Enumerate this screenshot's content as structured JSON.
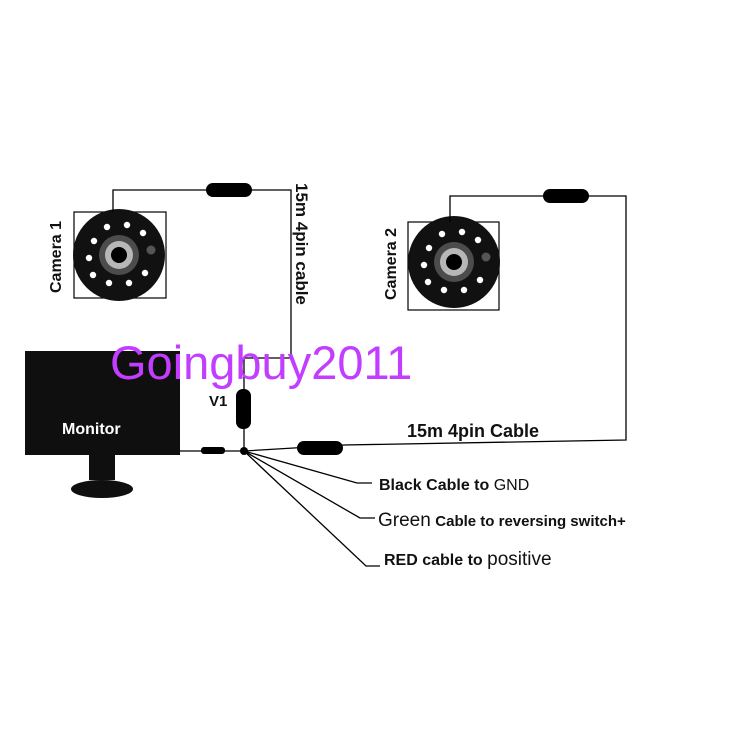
{
  "colors": {
    "line": "#000000",
    "monitor": "#0f0f0f",
    "camera_face": "#111111",
    "camera_led": "#ffffff",
    "watermark": "#c23dff"
  },
  "cameras": [
    {
      "label": "Camera 1"
    },
    {
      "label": "Camera 2"
    }
  ],
  "monitor": {
    "label": "Monitor"
  },
  "connector_label": "V1",
  "cables": {
    "camera1_cable_label": "15m 4pin cable",
    "camera2_cable_label": "15m 4pin Cable"
  },
  "wires": [
    {
      "label_part1": "Black Cable to",
      "label_part2": "GND"
    },
    {
      "label_part1": "Green",
      "label_part2": "Cable to reversing switch+"
    },
    {
      "label_part1": "RED cable to",
      "label_part2": "positive"
    }
  ],
  "watermark": "Goingbuy2011",
  "icons": {
    "camera": "camera-icon",
    "monitor": "monitor-icon",
    "connector": "connector-plug-icon"
  }
}
